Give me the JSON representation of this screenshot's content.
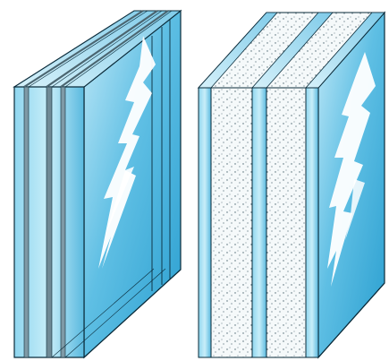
{
  "illustration": {
    "panels": [
      {
        "id": "left",
        "kind": "laminated-glass-stack",
        "glass_layers": 4,
        "interlayers": 3
      },
      {
        "id": "right",
        "kind": "glass-with-speckled-fill",
        "glass_layers": 3,
        "fill_cores": 2
      }
    ],
    "colors": {
      "glass_light": "#cfeef8",
      "glass_mid": "#6fc6e6",
      "glass_dark": "#2a9fd0",
      "interlayer": "#7f9aa6",
      "core_fill": "#f5f9fa",
      "dots": "#4b6570",
      "outline": "#0a2b3a",
      "highlight": "#ffffff"
    }
  }
}
